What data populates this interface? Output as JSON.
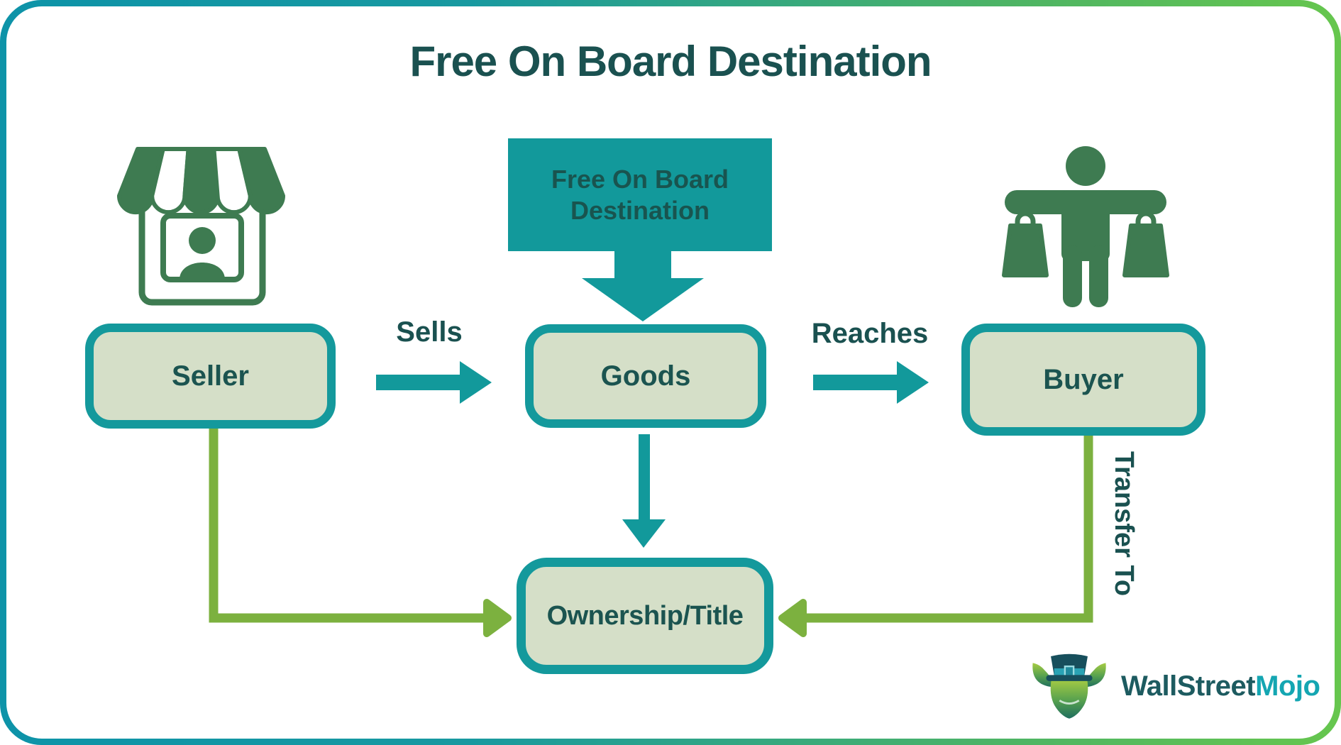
{
  "diagram": {
    "title": "Free On Board Destination",
    "banner": {
      "label": "Free On Board Destination",
      "line1": "Free On Board",
      "line2": "Destination"
    },
    "nodes": {
      "seller": {
        "label": "Seller",
        "icon": "storefront-icon"
      },
      "goods": {
        "label": "Goods"
      },
      "buyer": {
        "label": "Buyer",
        "icon": "shopper-icon"
      },
      "ownership": {
        "label": "Ownership/Title"
      }
    },
    "edges": {
      "sells": {
        "label": "Sells",
        "from": "Seller",
        "to": "Goods"
      },
      "reaches": {
        "label": "Reaches",
        "from": "Goods",
        "to": "Buyer"
      },
      "transfer_to": {
        "label": "Transfer To",
        "from": "Buyer",
        "to": "Ownership/Title"
      },
      "banner_points_to": {
        "from": "Free On Board Destination",
        "to": "Goods"
      },
      "goods_to_ownership": {
        "from": "Goods",
        "to": "Ownership/Title"
      },
      "seller_to_ownership": {
        "from": "Seller",
        "to": "Ownership/Title"
      }
    },
    "icons": {
      "seller": "storefront-icon",
      "buyer": "shopper-icon",
      "logo": "bull-mascot-icon"
    }
  },
  "logo": {
    "brand_primary": "WallStreet",
    "brand_accent": "Mojo"
  },
  "colors": {
    "teal": "#12999b",
    "dark_teal_text": "#1a5150",
    "node_fill_sage": "#d5dfc8",
    "node_border_teal": "#14999c",
    "icon_green": "#3e7b51",
    "connector_olive": "#7cb13f",
    "frame_gradient_left": "#0d93a8",
    "frame_gradient_right": "#66c64e",
    "logo_primary": "#1d5b60",
    "logo_accent": "#14a6b2"
  }
}
